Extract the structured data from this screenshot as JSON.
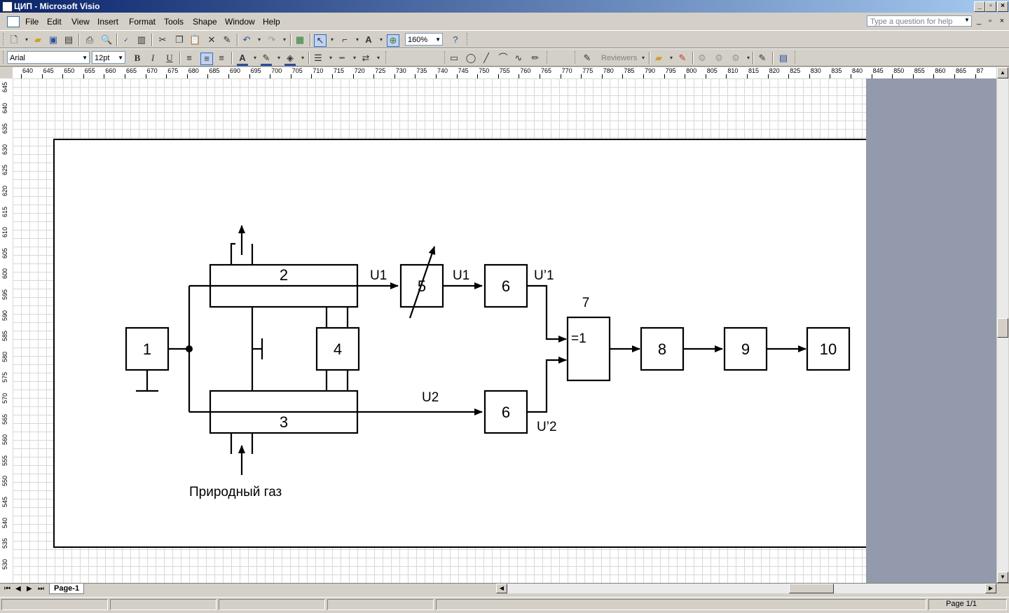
{
  "window": {
    "title": "ЦИП - Microsoft Visio"
  },
  "menu": {
    "items": [
      "File",
      "Edit",
      "View",
      "Insert",
      "Format",
      "Tools",
      "Shape",
      "Window",
      "Help"
    ]
  },
  "help": {
    "placeholder": "Type a question for help"
  },
  "toolbar": {
    "zoom": "160%",
    "font": "Arial",
    "font_size": "12pt",
    "reviewers": "Reviewers",
    "bold": "B",
    "italic": "I",
    "underline": "U"
  },
  "rulers": {
    "horizontal": [
      "640",
      "645",
      "650",
      "655",
      "660",
      "665",
      "670",
      "675",
      "680",
      "685",
      "690",
      "695",
      "700",
      "705",
      "710",
      "715",
      "720",
      "725",
      "730",
      "735",
      "740",
      "745",
      "750",
      "755",
      "760",
      "765",
      "770",
      "775",
      "780",
      "785",
      "790",
      "795",
      "800",
      "805",
      "810",
      "815",
      "820",
      "825",
      "830",
      "835",
      "840",
      "845",
      "850",
      "855",
      "860",
      "865",
      "87"
    ],
    "vertical": [
      "645",
      "640",
      "635",
      "630",
      "625",
      "620",
      "615",
      "610",
      "605",
      "600",
      "595",
      "590",
      "585",
      "580",
      "575",
      "570",
      "565",
      "560",
      "555",
      "550",
      "545",
      "540",
      "535",
      "530"
    ]
  },
  "diagram": {
    "blocks": {
      "b1": "1",
      "b2": "2",
      "b3": "3",
      "b4": "4",
      "b5": "5",
      "b6a": "6",
      "b6b": "6",
      "b7_num": "7",
      "b7_in": "=1",
      "b8": "8",
      "b9": "9",
      "b10": "10"
    },
    "signals": {
      "u1_a": "U1",
      "u1_b": "U1",
      "u1_prime": "U’1",
      "u2": "U2",
      "u2_prime": "U’2"
    },
    "gas_label": "Природный газ"
  },
  "tabs": {
    "page": "Page-1"
  },
  "status": {
    "page": "Page 1/1"
  }
}
